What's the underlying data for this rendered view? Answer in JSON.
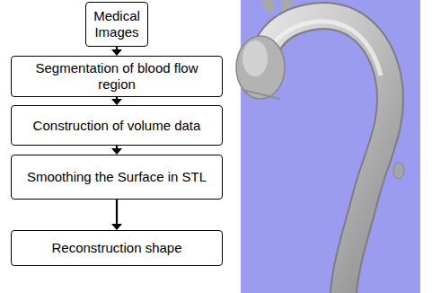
{
  "diagram": {
    "nodes": [
      {
        "text": [
          "Medical Images"
        ]
      },
      {
        "text": [
          "Segmentation of blood flow region"
        ]
      },
      {
        "text": [
          "Construction of volume data"
        ]
      },
      {
        "text": [
          "Smoothing the Surface in STL"
        ]
      },
      {
        "text": [
          "Reconstruction shape"
        ]
      }
    ],
    "edges": [
      {
        "from": 0,
        "to": 1,
        "arrow": "to"
      },
      {
        "from": 1,
        "to": 2,
        "arrow": "to"
      },
      {
        "from": 2,
        "to": 3,
        "arrow": "to"
      },
      {
        "from": 3,
        "to": 4,
        "arrow": "to"
      }
    ]
  }
}
